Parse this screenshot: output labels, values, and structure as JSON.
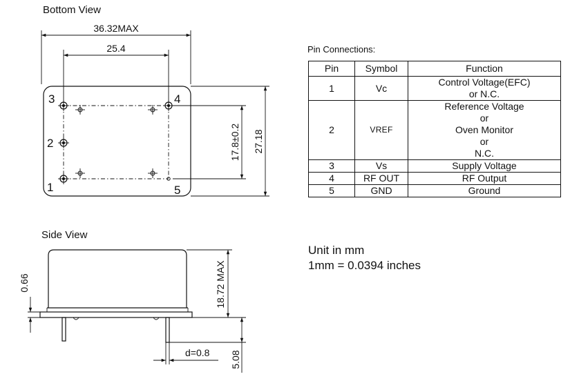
{
  "views": {
    "bottom_title": "Bottom View",
    "side_title": "Side View"
  },
  "dims": {
    "overall_width": "36.32MAX",
    "pin_spacing": "25.4",
    "pin_vertical": "17.8±0.2",
    "overall_height": "27.18",
    "flange": "0.66",
    "body_height": "18.72 MAX",
    "pin_diameter": "d=0.8",
    "pin_length": "5.08"
  },
  "pins": {
    "p1": "1",
    "p2": "2",
    "p3": "3",
    "p4": "4",
    "p5": "5"
  },
  "pin_table": {
    "title": "Pin Connections:",
    "headers": [
      "Pin",
      "Symbol",
      "Function"
    ],
    "rows": [
      {
        "pin": "1",
        "symbol": "Vc",
        "function": [
          "Control Voltage(EFC)",
          "or N.C."
        ]
      },
      {
        "pin": "2",
        "symbol": "VREF",
        "function": [
          "Reference Voltage",
          "or",
          "Oven Monitor",
          "or",
          "N.C."
        ]
      },
      {
        "pin": "3",
        "symbol": "Vs",
        "function": [
          "Supply Voltage"
        ]
      },
      {
        "pin": "4",
        "symbol": "RF OUT",
        "function": [
          "RF Output"
        ]
      },
      {
        "pin": "5",
        "symbol": "GND",
        "function": [
          "Ground"
        ]
      }
    ]
  },
  "units": {
    "line1": "Unit in mm",
    "line2": "1mm = 0.0394 inches"
  }
}
